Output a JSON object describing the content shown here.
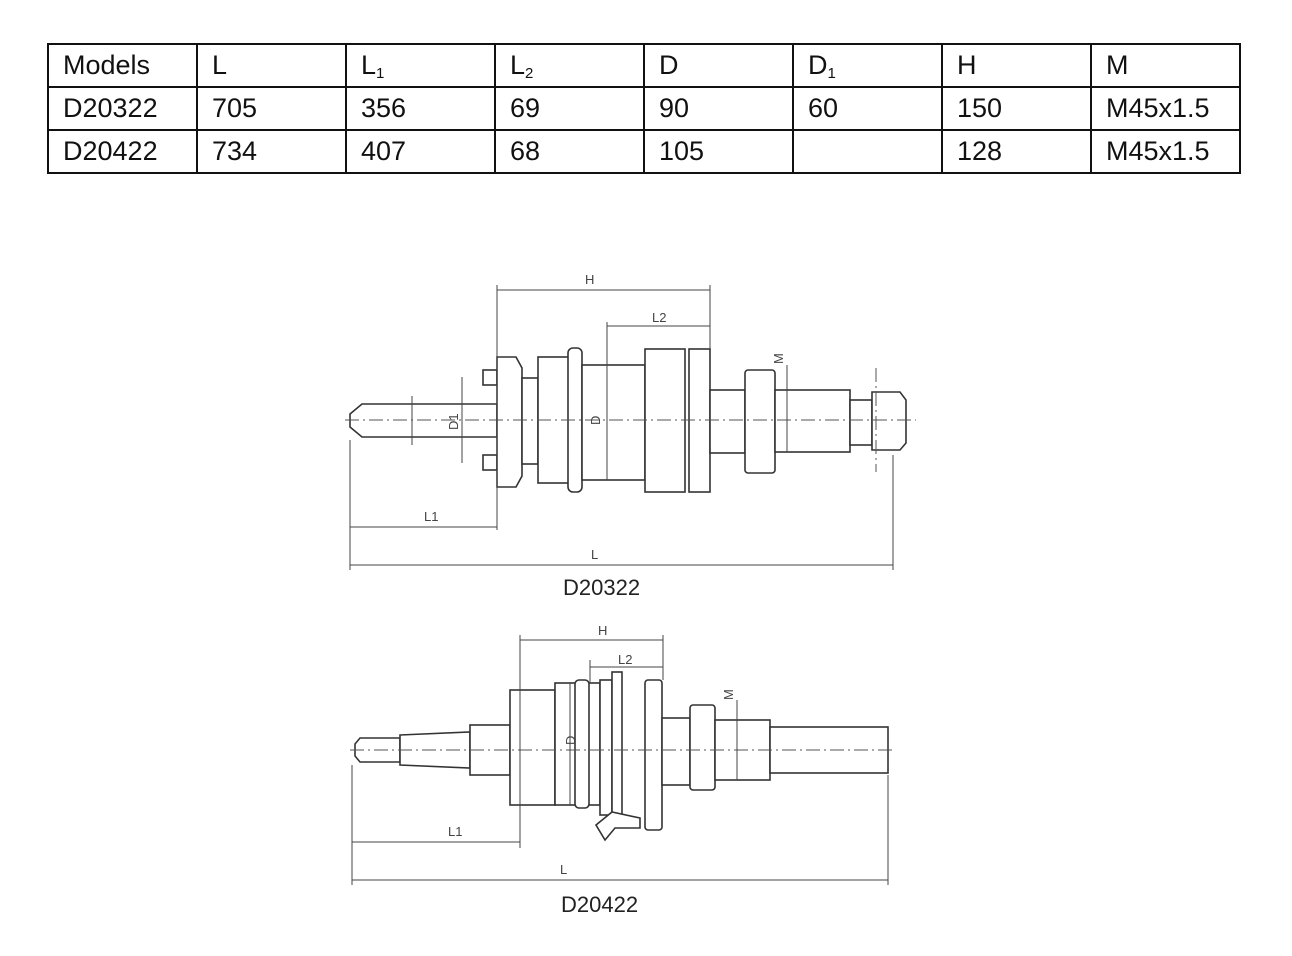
{
  "table": {
    "headers": [
      {
        "main": "Models",
        "sub": ""
      },
      {
        "main": "L",
        "sub": ""
      },
      {
        "main": "L",
        "sub": "1"
      },
      {
        "main": "L",
        "sub": "2"
      },
      {
        "main": "D",
        "sub": ""
      },
      {
        "main": "D",
        "sub": "1"
      },
      {
        "main": "H",
        "sub": ""
      },
      {
        "main": "M",
        "sub": ""
      }
    ],
    "rows": [
      [
        "D20322",
        "705",
        "356",
        "69",
        "90",
        "60",
        "150",
        "M45x1.5"
      ],
      [
        "D20422",
        "734",
        "407",
        "68",
        "105",
        "",
        "128",
        "M45x1.5"
      ]
    ]
  },
  "drawings": [
    {
      "caption": "D20322",
      "labels": {
        "H": "H",
        "L2": "L2",
        "D": "D",
        "D1": "D1",
        "M": "M",
        "L1": "L1",
        "L": "L"
      }
    },
    {
      "caption": "D20422",
      "labels": {
        "H": "H",
        "L2": "L2",
        "D": "D",
        "M": "M",
        "L1": "L1",
        "L": "L"
      }
    }
  ]
}
